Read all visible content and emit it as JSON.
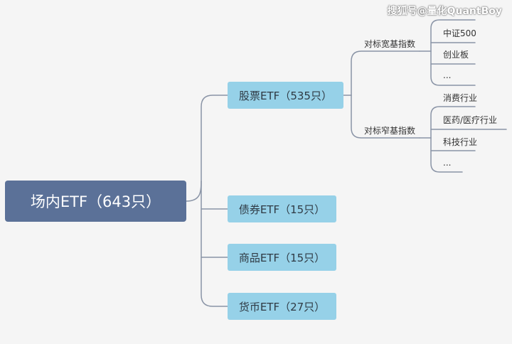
{
  "watermark": "搜狐号@量化QuantBoy",
  "root": {
    "label": "场内ETF（643只）"
  },
  "branches": [
    {
      "label": "股票ETF（535只）",
      "children": [
        {
          "label": "对标宽基指数",
          "children": [
            "中证500",
            "创业板",
            "..."
          ]
        },
        {
          "label": "对标窄基指数",
          "children": [
            "消费行业",
            "医药/医疗行业",
            "科技行业",
            "..."
          ]
        }
      ]
    },
    {
      "label": "债券ETF（15只）"
    },
    {
      "label": "商品ETF（15只）"
    },
    {
      "label": "货币ETF（27只）"
    }
  ],
  "colors": {
    "root": "#5b7198",
    "branch": "#96d1e8",
    "line": "#8a94a6",
    "background": "#f5f5f5"
  }
}
